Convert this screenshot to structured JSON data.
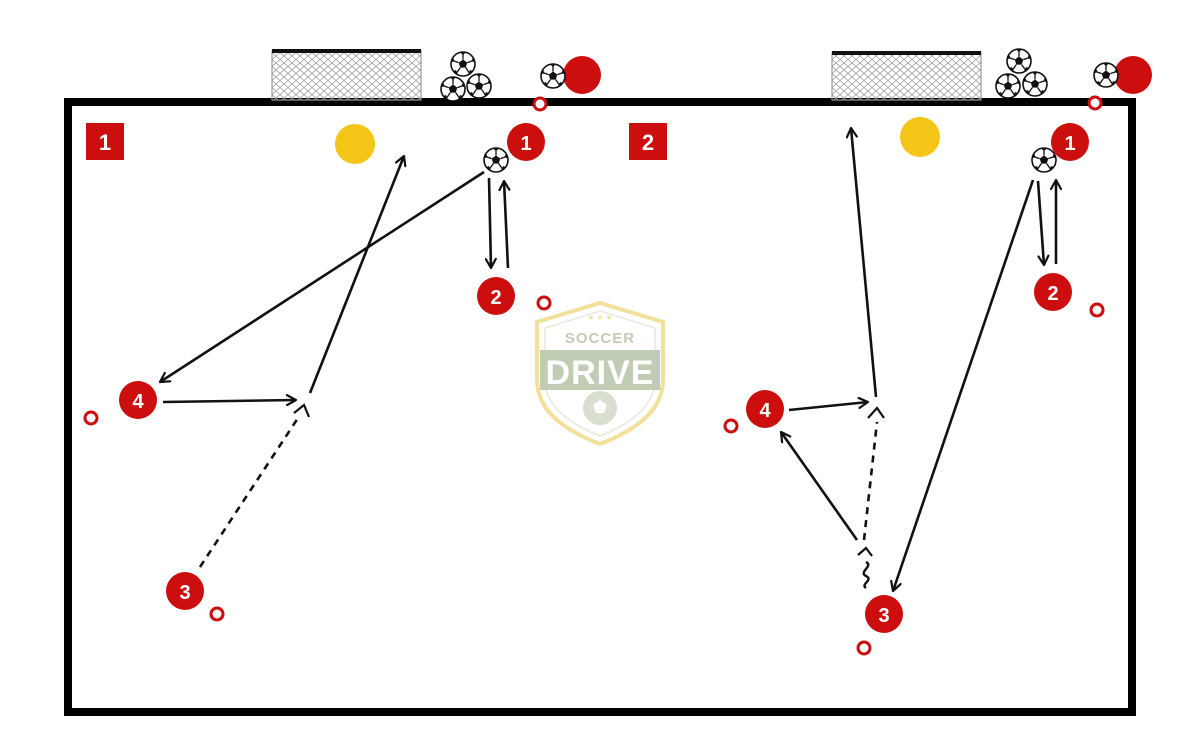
{
  "colors": {
    "field_line": "#000000",
    "player": "#cc0e0e",
    "player_text": "#ffffff",
    "cone": "#cc0e0e",
    "coach": "#f5c518",
    "goal_net": "#9a9a9a",
    "arrow": "#111111",
    "watermark_green": "#8fa37a",
    "watermark_gold": "#e8c94a"
  },
  "diagrams": [
    {
      "label": "1",
      "players": [
        {
          "label": "1"
        },
        {
          "label": "2"
        },
        {
          "label": "3"
        },
        {
          "label": "4"
        }
      ]
    },
    {
      "label": "2",
      "players": [
        {
          "label": "1"
        },
        {
          "label": "2"
        },
        {
          "label": "3"
        },
        {
          "label": "4"
        }
      ]
    }
  ],
  "watermark": {
    "line1": "SOCCER",
    "line2": "DRIVE"
  },
  "icons": [
    "soccer-ball-icon",
    "goal-net-icon",
    "cone-icon",
    "coach-marker-icon"
  ]
}
